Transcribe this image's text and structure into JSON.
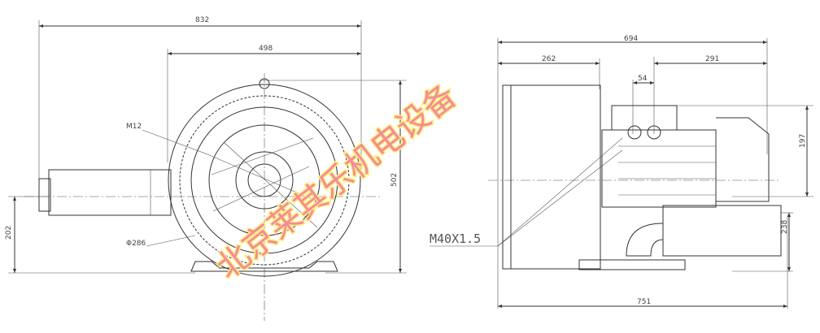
{
  "front_view": {
    "dims": {
      "overall_width": "832",
      "housing_width": "498",
      "height": "502",
      "inlet_height": "202"
    },
    "callouts": {
      "bolt": "M12",
      "diameter": "Φ286"
    }
  },
  "side_view": {
    "dims": {
      "overall_depth": "694",
      "front_offset": "262",
      "terminal_spacing": "54",
      "rear_offset": "291",
      "top_height": "197",
      "outlet_height": "238",
      "total_length": "751"
    },
    "callouts": {
      "thread": "M40X1.5"
    }
  },
  "watermark": "北京莱其乐机电设备",
  "colors": {
    "line": "#333333",
    "watermark_fill": "#f58a9a",
    "watermark_outline": "#ffef7a"
  }
}
